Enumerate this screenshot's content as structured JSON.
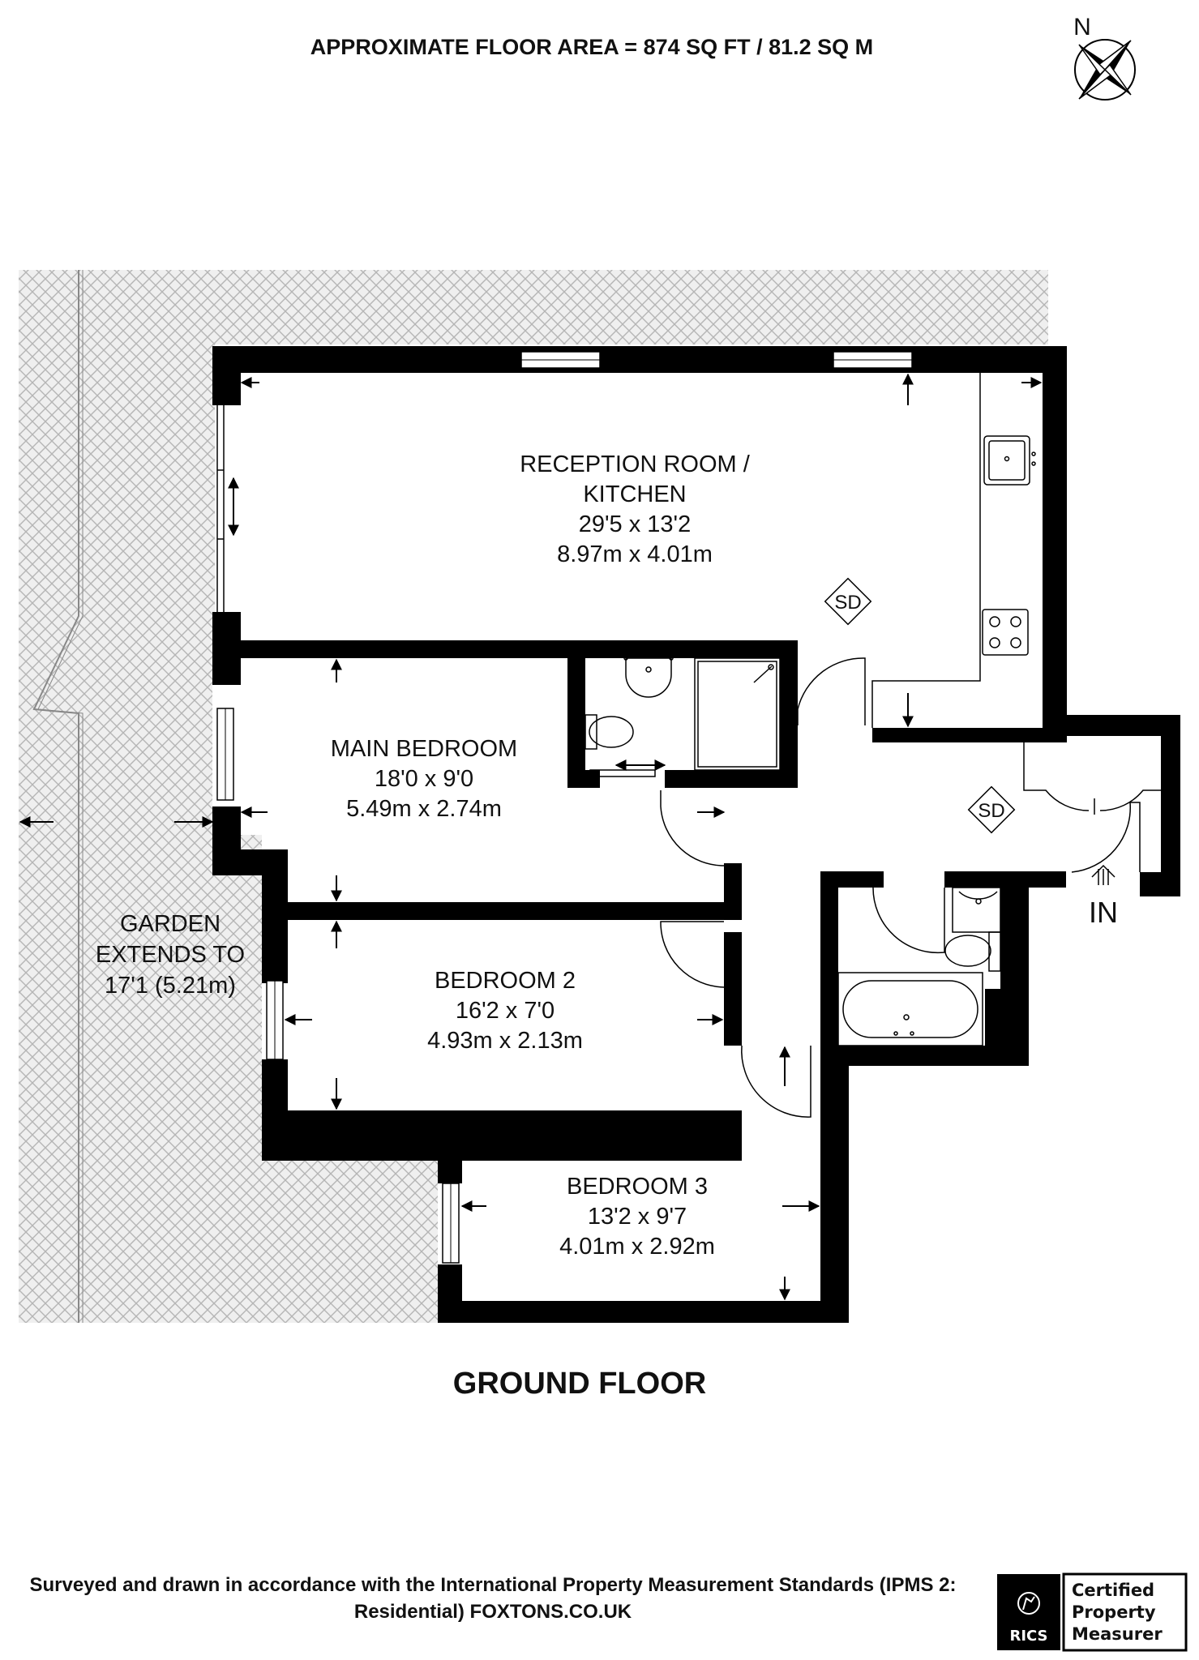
{
  "header": {
    "floor_area": "APPROXIMATE FLOOR AREA = 874 SQ FT / 81.2 SQ M"
  },
  "compass": {
    "label": "N"
  },
  "rooms": {
    "reception": {
      "name_line1": "RECEPTION ROOM /",
      "name_line2": "KITCHEN",
      "imperial": "29'5 x 13'2",
      "metric": "8.97m x 4.01m"
    },
    "main_bedroom": {
      "name": "MAIN BEDROOM",
      "imperial": "18'0 x 9'0",
      "metric": "5.49m x 2.74m"
    },
    "bedroom2": {
      "name": "BEDROOM 2",
      "imperial": "16'2 x 7'0",
      "metric": "4.93m x 2.13m"
    },
    "bedroom3": {
      "name": "BEDROOM 3",
      "imperial": "13'2 x 9'7",
      "metric": "4.01m x 2.92m"
    }
  },
  "garden": {
    "line1": "GARDEN",
    "line2": "EXTENDS TO",
    "line3": "17'1 (5.21m)"
  },
  "markers": {
    "smoke_detector": "SD",
    "entrance": "IN"
  },
  "floor_label": "GROUND FLOOR",
  "footer": {
    "line1": "Surveyed and drawn in accordance with the International Property Measurement Standards (IPMS 2:",
    "line2": "Residential) FOXTONS.CO.UK"
  },
  "badge": {
    "org": "RICS",
    "line1": "Certified",
    "line2": "Property",
    "line3": "Measurer"
  },
  "colors": {
    "wall": "#000000",
    "hatch": "#b8b8b8",
    "hatch_bg": "#eeeeee",
    "text": "#111111"
  }
}
